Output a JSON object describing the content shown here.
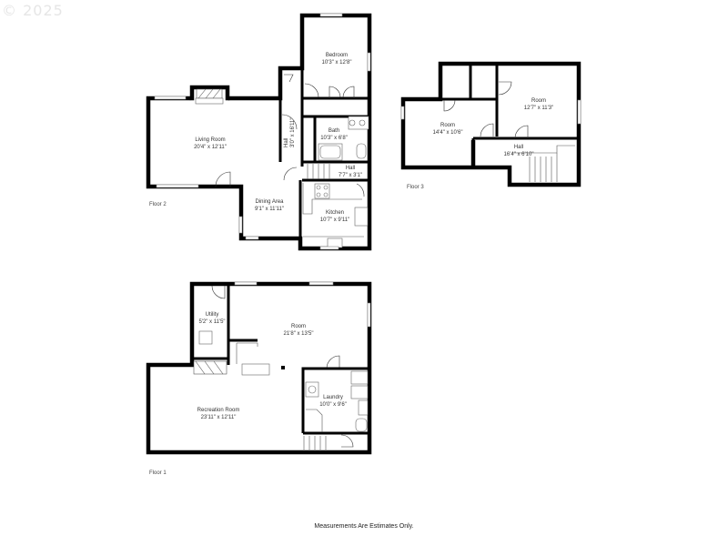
{
  "watermark": "© 2025",
  "footer": "Measurements Are Estimates Only.",
  "floors": {
    "floor2": {
      "label": "Floor 2",
      "rooms": {
        "bedroom": {
          "name": "Bedroom",
          "dim": "10'3\" x 12'8\""
        },
        "living_room": {
          "name": "Living Room",
          "dim": "20'4\" x 12'11\""
        },
        "hall_vertical": {
          "name": "Hall",
          "dim": "3'0\" x 16'11\""
        },
        "bath": {
          "name": "Bath",
          "dim": "10'3\" x 6'8\""
        },
        "hall_small": {
          "name": "Hall",
          "dim": "7'7\" x 3'1\""
        },
        "dining_area": {
          "name": "Dining Area",
          "dim": "9'1\" x 11'11\""
        },
        "kitchen": {
          "name": "Kitchen",
          "dim": "10'7\" x 9'11\""
        }
      }
    },
    "floor3": {
      "label": "Floor 3",
      "rooms": {
        "room_left": {
          "name": "Room",
          "dim": "14'4\" x 10'6\""
        },
        "room_right": {
          "name": "Room",
          "dim": "12'7\" x 11'3\""
        },
        "hall": {
          "name": "Hall",
          "dim": "16'4\" x 6'10\""
        }
      }
    },
    "floor1": {
      "label": "Floor 1",
      "rooms": {
        "utility": {
          "name": "Utility",
          "dim": "5'2\" x 11'5\""
        },
        "room": {
          "name": "Room",
          "dim": "21'8\" x 13'5\""
        },
        "recreation_room": {
          "name": "Recreation Room",
          "dim": "23'11\" x 12'11\""
        },
        "laundry": {
          "name": "Laundry",
          "dim": "10'0\" x 9'6\""
        }
      }
    }
  }
}
